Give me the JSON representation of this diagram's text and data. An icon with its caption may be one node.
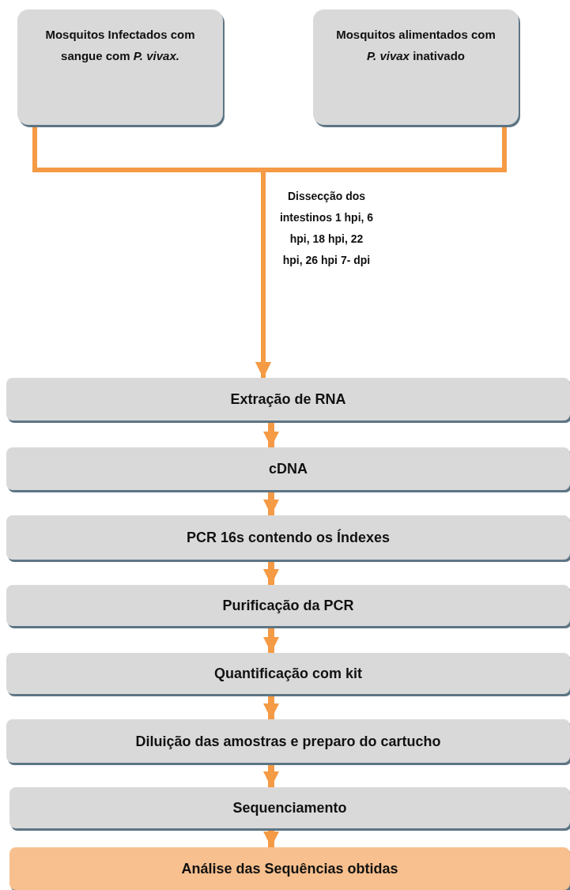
{
  "diagram": {
    "nodes": [
      {
        "text": [
          "Mosquitos Infectados com sangue com *P. vivax.*"
        ]
      },
      {
        "text": [
          "Mosquitos alimentados com *P. vivax* inativado"
        ]
      },
      {
        "text": [
          "Extração de RNA"
        ]
      },
      {
        "text": [
          "cDNA"
        ]
      },
      {
        "text": [
          "PCR 16s contendo os Índexes"
        ]
      },
      {
        "text": [
          "Purificação da PCR"
        ]
      },
      {
        "text": [
          "Quantificação com kit"
        ]
      },
      {
        "text": [
          "Diluição das amostras e preparo do cartucho"
        ]
      },
      {
        "text": [
          "Sequenciamento"
        ]
      },
      {
        "text": [
          "Análise das Sequências obtidas"
        ]
      }
    ],
    "edges": [
      {
        "from": 0,
        "to": 2,
        "arrow": "to",
        "label": "Dissecção dos intestinos 1 hpi, 6 hpi, 18 hpi, 22 hpi, 26 hpi 7- dpi"
      },
      {
        "from": 1,
        "to": 2,
        "arrow": "to"
      },
      {
        "from": 2,
        "to": 3,
        "arrow": "to"
      },
      {
        "from": 3,
        "to": 4,
        "arrow": "to"
      },
      {
        "from": 4,
        "to": 5,
        "arrow": "to"
      },
      {
        "from": 5,
        "to": 6,
        "arrow": "to"
      },
      {
        "from": 6,
        "to": 7,
        "arrow": "to"
      },
      {
        "from": 7,
        "to": 8,
        "arrow": "to"
      },
      {
        "from": 8,
        "to": 9,
        "arrow": "to"
      }
    ]
  }
}
